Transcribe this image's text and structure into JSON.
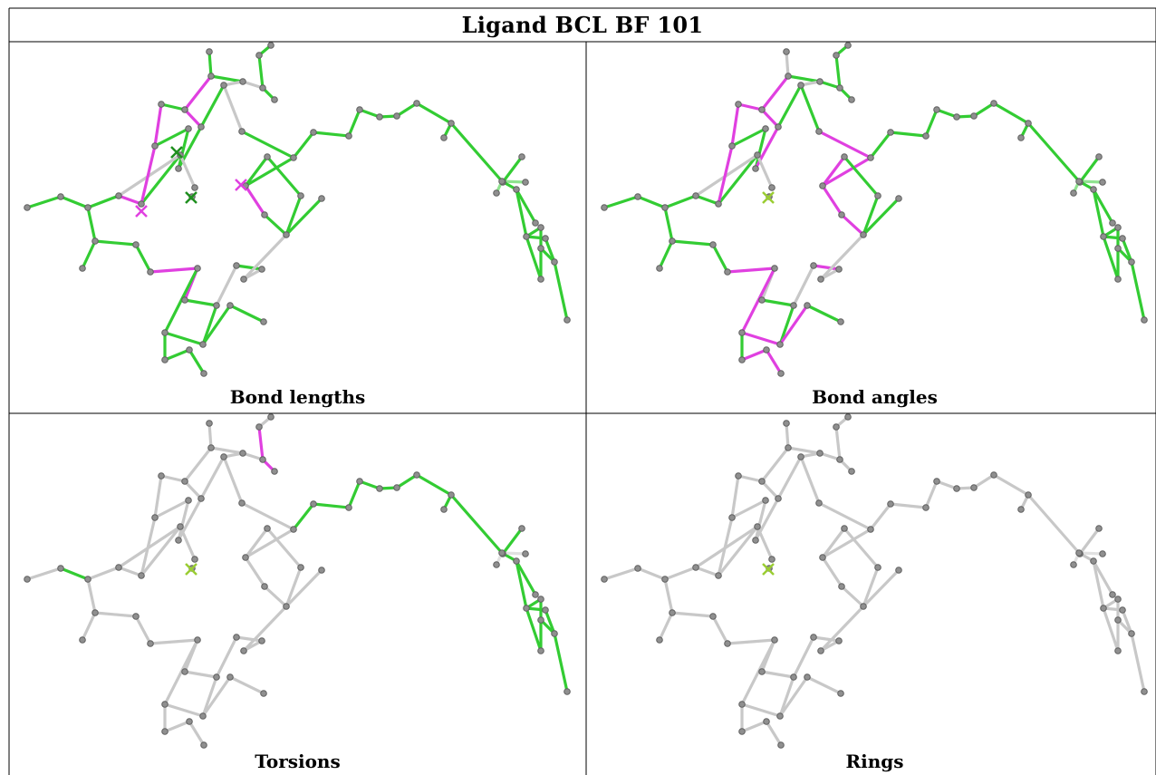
{
  "title": "Ligand BCL BF 101",
  "panels": [
    {
      "key": "bond_lengths",
      "caption": "Bond lengths"
    },
    {
      "key": "bond_angles",
      "caption": "Bond angles"
    },
    {
      "key": "torsions",
      "caption": "Torsions"
    },
    {
      "key": "rings",
      "caption": "Rings"
    }
  ],
  "colors": {
    "good": "#33cc33",
    "outlier": "#e040e0",
    "neutral": "#c8c8c8",
    "dark_green": "#1f8f1f",
    "atom": "#8f8f8f",
    "grid": "#000000"
  }
}
